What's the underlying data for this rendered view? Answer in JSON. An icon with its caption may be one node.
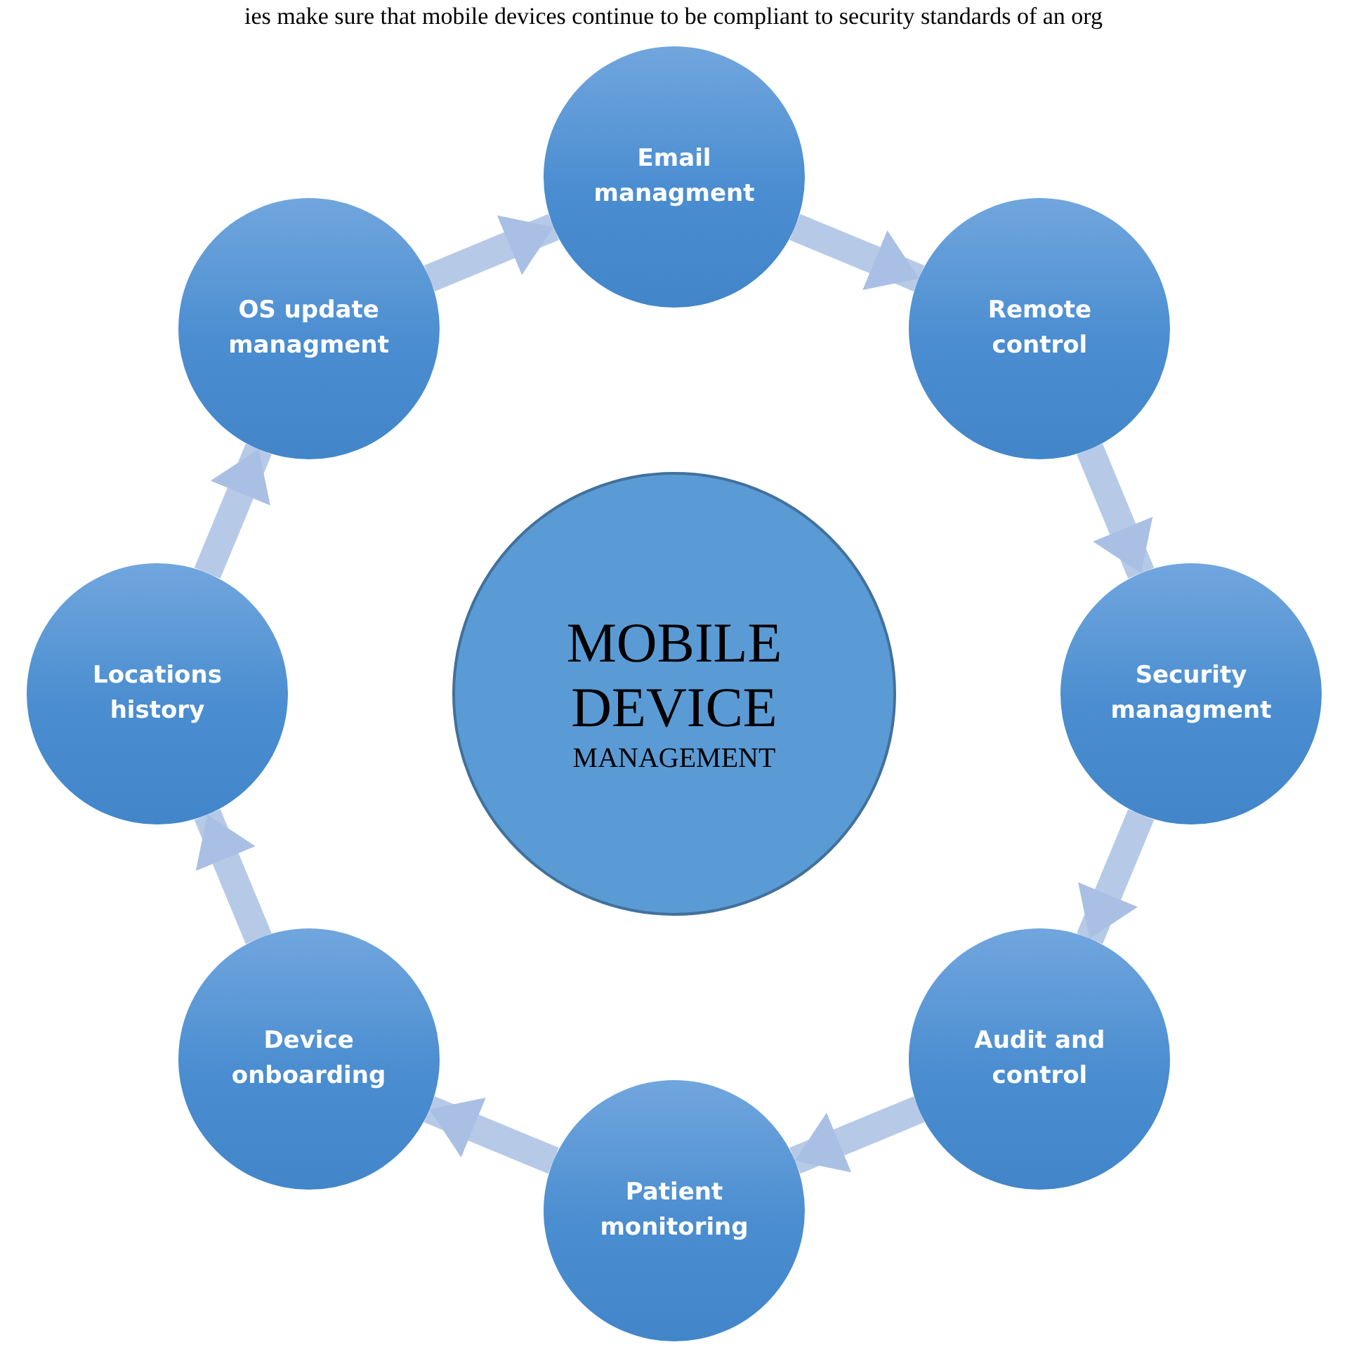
{
  "diagram": {
    "nodes": [
      {
        "text": [
          "MOBILE DEVICE",
          "MANAGEMENT"
        ]
      },
      {
        "text": [
          "Email managment"
        ]
      },
      {
        "text": [
          "Remote control"
        ]
      },
      {
        "text": [
          "Security managment"
        ]
      },
      {
        "text": [
          "Audit and control"
        ]
      },
      {
        "text": [
          "Patient monitoring"
        ]
      },
      {
        "text": [
          "Device onboarding"
        ]
      },
      {
        "text": [
          "Locations history"
        ]
      },
      {
        "text": [
          "OS update managment"
        ]
      }
    ],
    "edges": [
      {
        "from": 1,
        "to": 2,
        "arrow": "to"
      },
      {
        "from": 2,
        "to": 3,
        "arrow": "to"
      },
      {
        "from": 3,
        "to": 4,
        "arrow": "to"
      },
      {
        "from": 4,
        "to": 5,
        "arrow": "to"
      },
      {
        "from": 5,
        "to": 6,
        "arrow": "to"
      },
      {
        "from": 6,
        "to": 7,
        "arrow": "to"
      },
      {
        "from": 7,
        "to": 8,
        "arrow": "to"
      },
      {
        "from": 8,
        "to": 1,
        "arrow": "to"
      }
    ],
    "labels": [
      "ies make sure that mobile devices continue to be compliant to security standards of an org"
    ]
  }
}
